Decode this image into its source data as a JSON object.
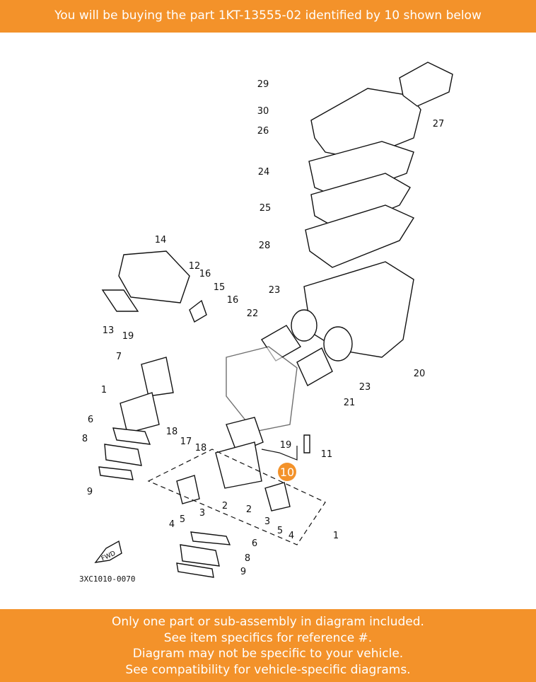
{
  "header": {
    "text": "You will be buying the part 1KT-13555-02 identified by 10 shown below"
  },
  "diagram": {
    "highlight": {
      "label": "10",
      "color": "#F3922A"
    },
    "code": "3XC1010-0070",
    "fwd": "FWD",
    "callouts": [
      "29",
      "30",
      "26",
      "27",
      "24",
      "25",
      "28",
      "14",
      "12",
      "16",
      "15",
      "16",
      "13",
      "23",
      "22",
      "20",
      "19",
      "7",
      "23",
      "21",
      "1",
      "18",
      "17",
      "6",
      "18",
      "19",
      "11",
      "8",
      "9",
      "4",
      "5",
      "3",
      "2",
      "2",
      "3",
      "5",
      "4",
      "1",
      "6",
      "8",
      "9"
    ]
  },
  "footer": {
    "lines": [
      "Only one part or sub-assembly in diagram included.",
      "See item specifics for reference #.",
      "Diagram may not be specific to your vehicle.",
      "See compatibility for vehicle-specific diagrams."
    ]
  },
  "colors": {
    "accent": "#F3922A"
  }
}
